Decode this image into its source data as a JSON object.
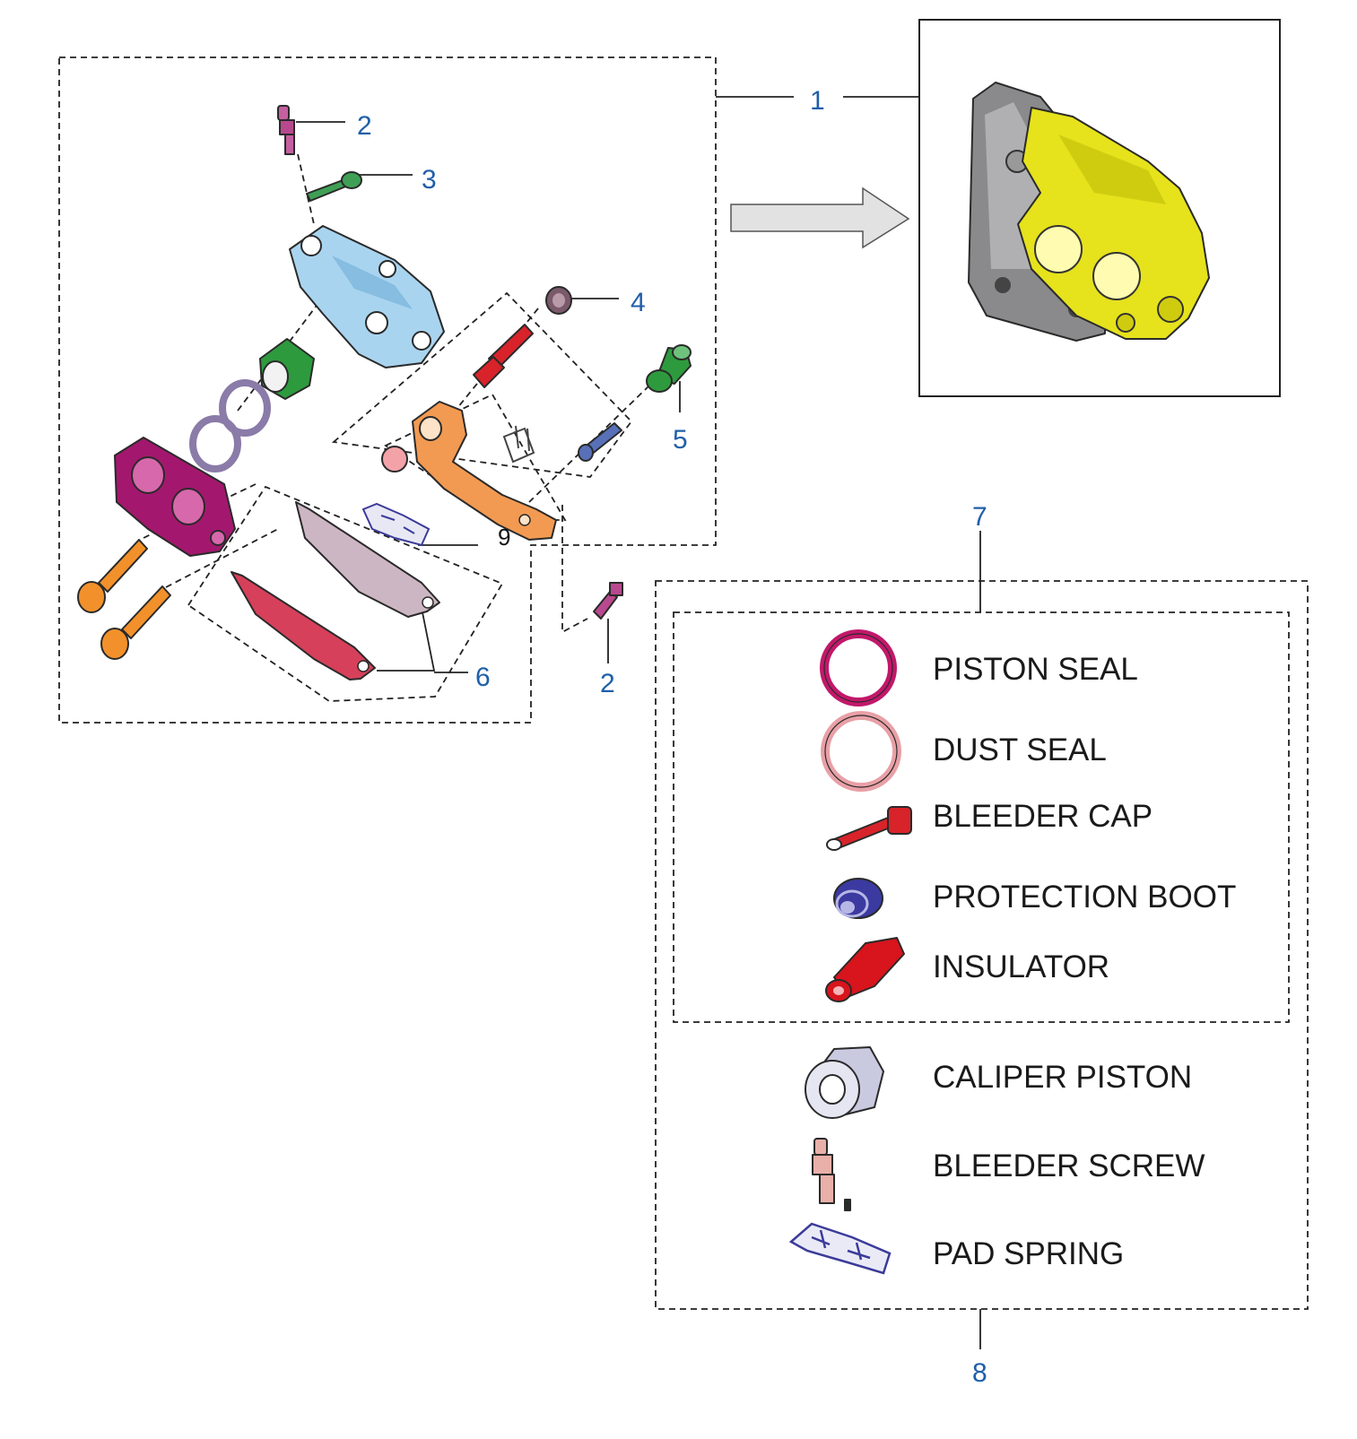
{
  "callouts": {
    "c1": "1",
    "c2_top": "2",
    "c3": "3",
    "c4": "4",
    "c5": "5",
    "c6": "6",
    "c7": "7",
    "c8": "8",
    "c9": "9",
    "c2_bottom": "2"
  },
  "legend": [
    {
      "label": "PISTON SEAL",
      "icon": "ring-icon",
      "color": "#c2186a"
    },
    {
      "label": "DUST SEAL",
      "icon": "ring-icon",
      "color": "#e8a0a6"
    },
    {
      "label": "BLEEDER CAP",
      "icon": "bleeder-cap-icon",
      "color": "#d8232a"
    },
    {
      "label": "PROTECTION BOOT",
      "icon": "boot-icon",
      "color": "#3a3aa0"
    },
    {
      "label": "INSULATOR",
      "icon": "insulator-icon",
      "color": "#d8141c"
    },
    {
      "label": "CALIPER PISTON",
      "icon": "piston-icon",
      "color": "#c9c9e0"
    },
    {
      "label": "BLEEDER SCREW",
      "icon": "bleeder-screw-icon",
      "color": "#e8b0a8"
    },
    {
      "label": "PAD SPRING",
      "icon": "pad-spring-icon",
      "color": "#3b3b9a"
    }
  ],
  "colors": {
    "callout": "#1f5fa8",
    "caliper_body": "#a9d4ef",
    "caliper_half": "#a3186e",
    "bracket": "#f29a52",
    "piston_green": "#2e9a3e",
    "pad_rear": "#cdb6c3",
    "pad_front": "#d6405a",
    "assembled_yellow": "#e6e21c",
    "assembled_bracket": "#8a8a8c"
  }
}
